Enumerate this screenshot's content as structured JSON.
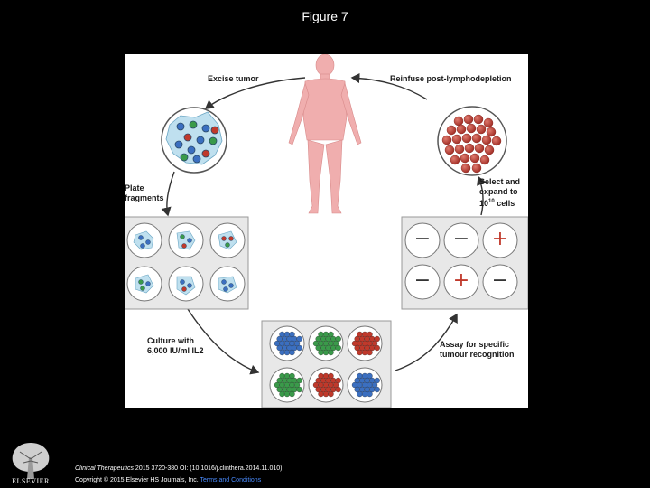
{
  "slide": {
    "title": "Figure 7"
  },
  "diagram": {
    "steps": {
      "excise": "Excise tumor",
      "plate_line1": "Plate",
      "plate_line2": "fragments",
      "culture_line1": "Culture with",
      "culture_line2": "6,000 IU/ml IL2",
      "assay_line1": "Assay for specific",
      "assay_line2": "tumour recognition",
      "select_line1": "Select and",
      "select_line2": "expand to",
      "select_line3_base": "10",
      "select_line3_exp": "10",
      "select_line3_rest": " cells",
      "reinfuse": "Reinfuse post-lymphodepletion"
    },
    "assay_wells": [
      "−",
      "−",
      "+",
      "−",
      "+",
      "−"
    ],
    "culture_well_colors": [
      "#3b6fc0",
      "#3a9a4a",
      "#c0392b",
      "#3a9a4a",
      "#c0392b",
      "#3b6fc0"
    ]
  },
  "footer": {
    "journal": "Clinical Therapeutics",
    "citation": " 2015 3720-380 OI: (10.1016/j.clinthera.2014.11.010)",
    "copyright": "Copyright © 2015 Elsevier HS Journals, Inc.",
    "terms_link": "Terms and Conditions",
    "publisher": "ELSEVIER"
  }
}
